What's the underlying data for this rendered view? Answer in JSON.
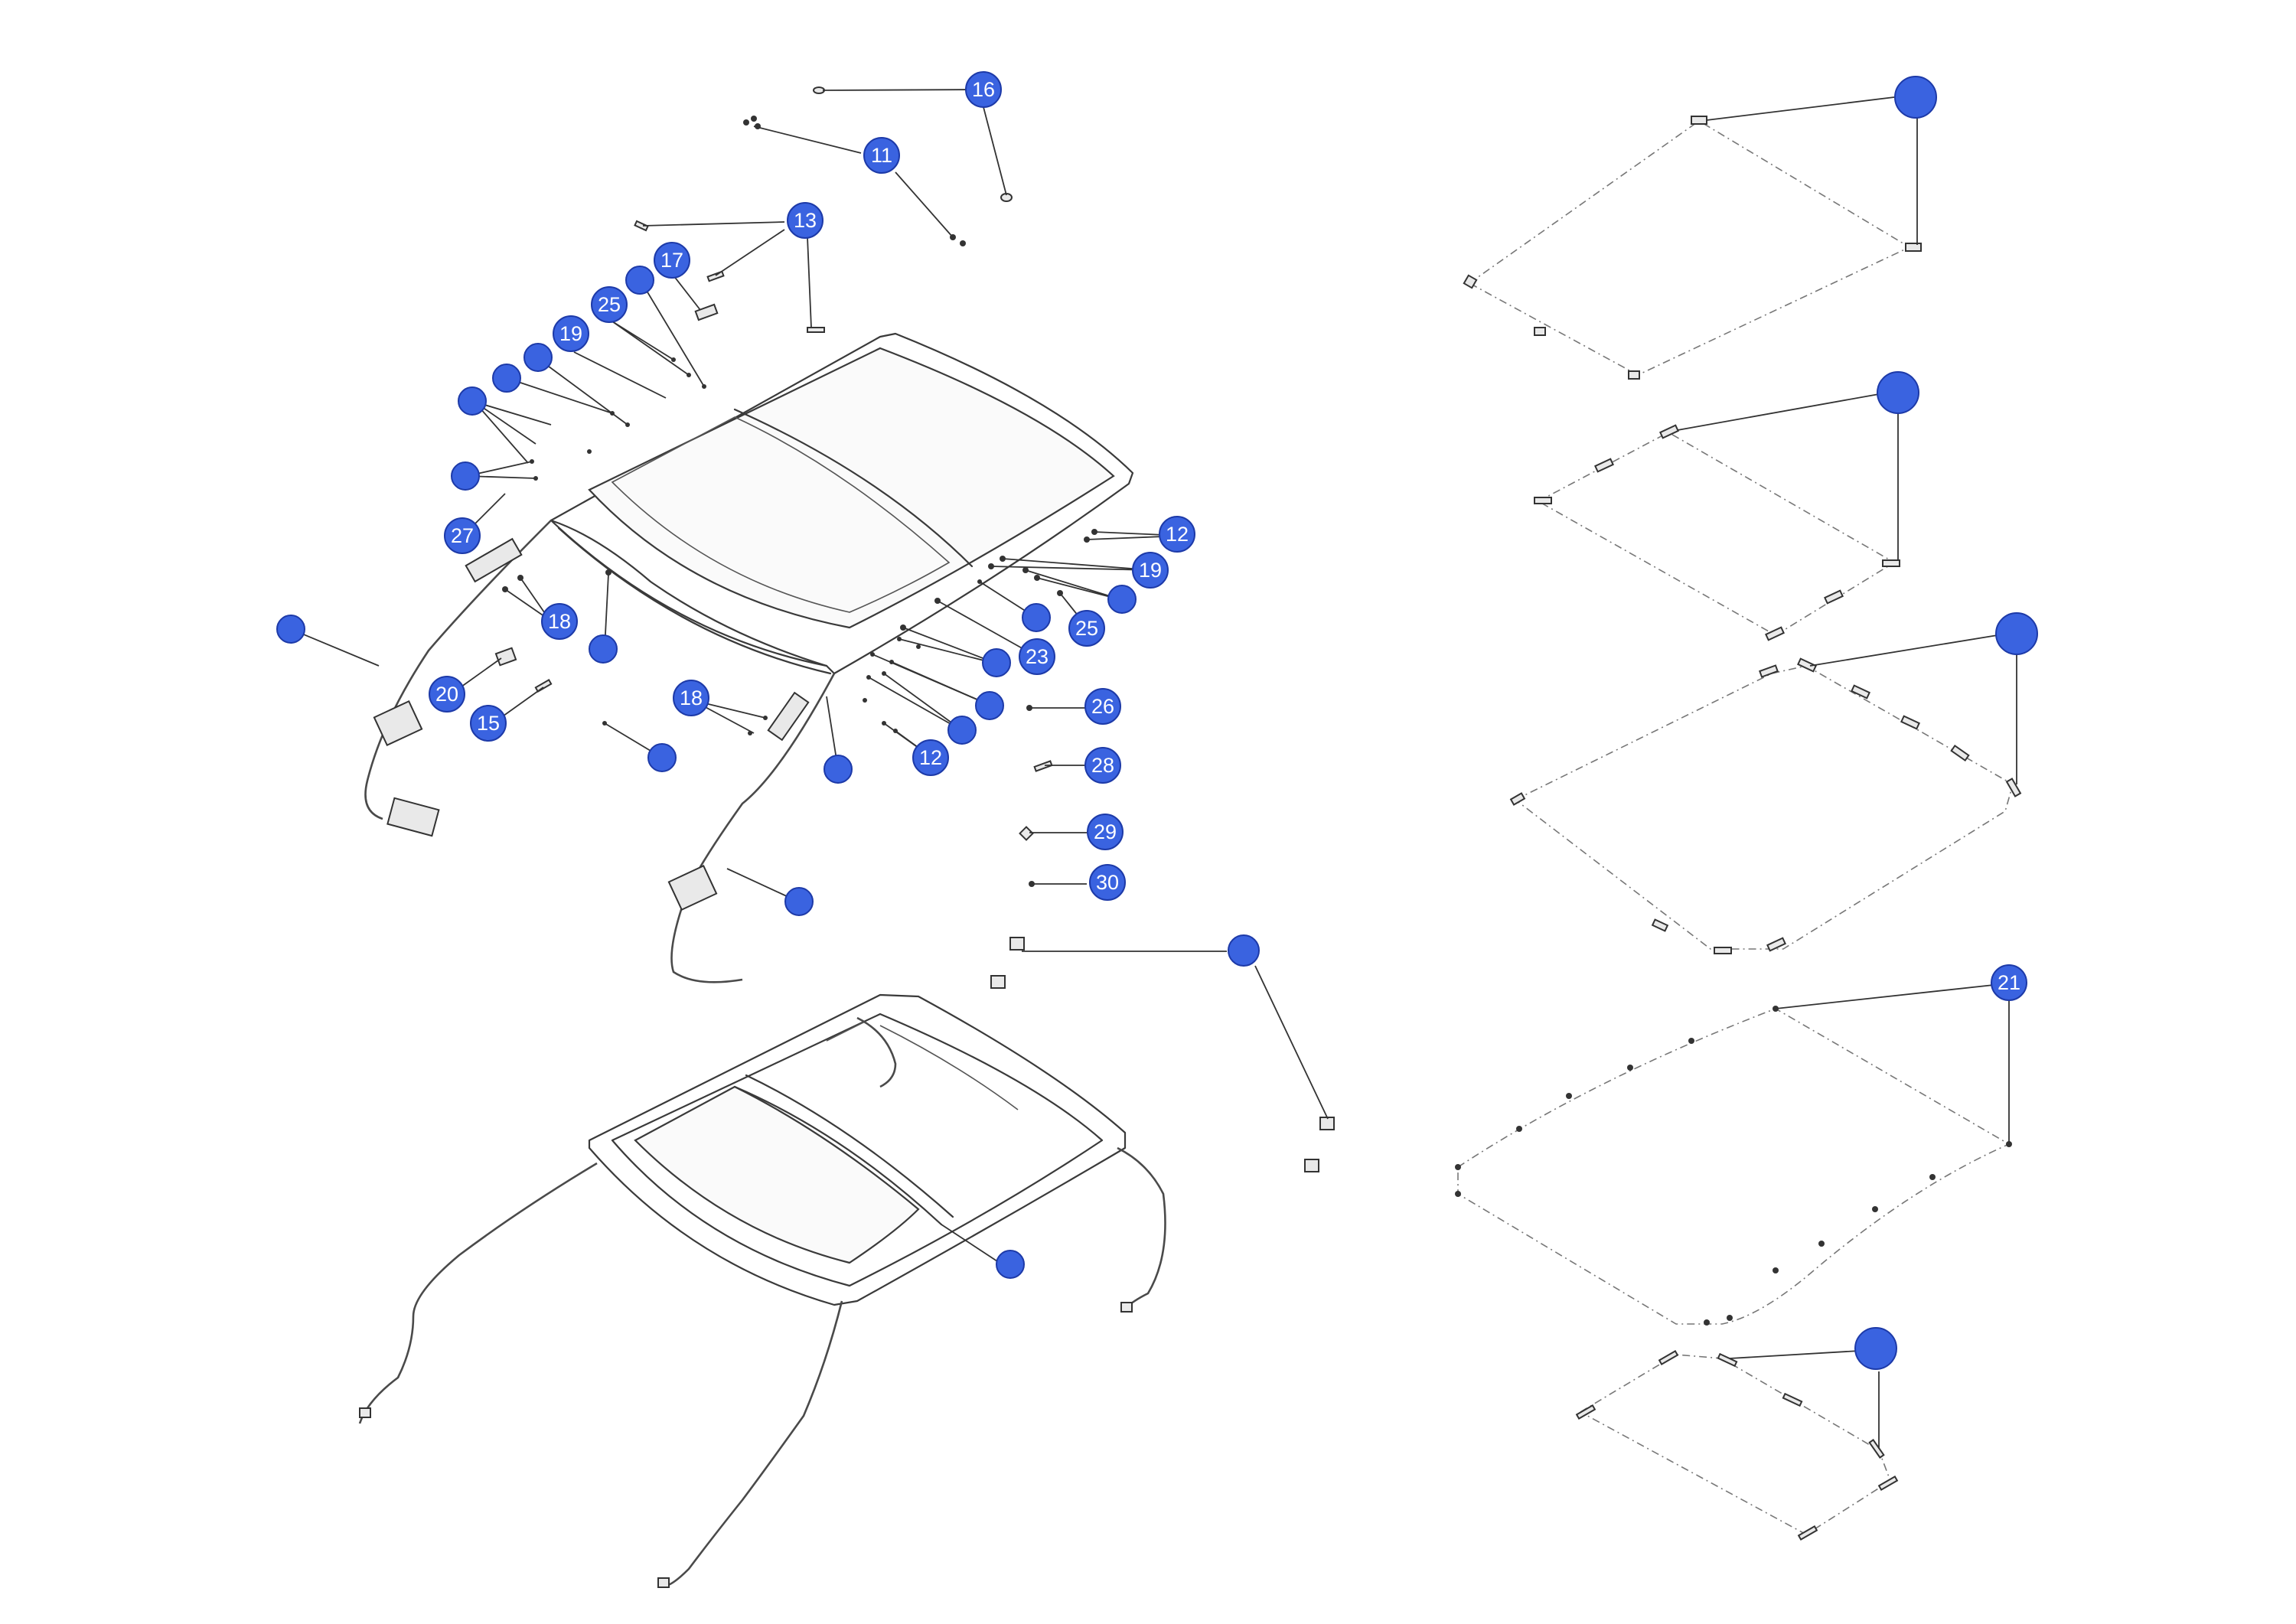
{
  "callouts": [
    {
      "label": "16"
    },
    {
      "label": "11"
    },
    {
      "label": "13"
    },
    {
      "label": "17"
    },
    {
      "label": "25"
    },
    {
      "label": "19"
    },
    {
      "label": "27"
    },
    {
      "label": "18"
    },
    {
      "label": "20"
    },
    {
      "label": "15"
    },
    {
      "label": "18"
    },
    {
      "label": "12"
    },
    {
      "label": "19"
    },
    {
      "label": "25"
    },
    {
      "label": "23"
    },
    {
      "label": "26"
    },
    {
      "label": "12"
    },
    {
      "label": "28"
    },
    {
      "label": "29"
    },
    {
      "label": "30"
    },
    {
      "label": "21"
    }
  ],
  "colors": {
    "callout_fill": "#3a63e0",
    "line": "#3a3a3a"
  }
}
